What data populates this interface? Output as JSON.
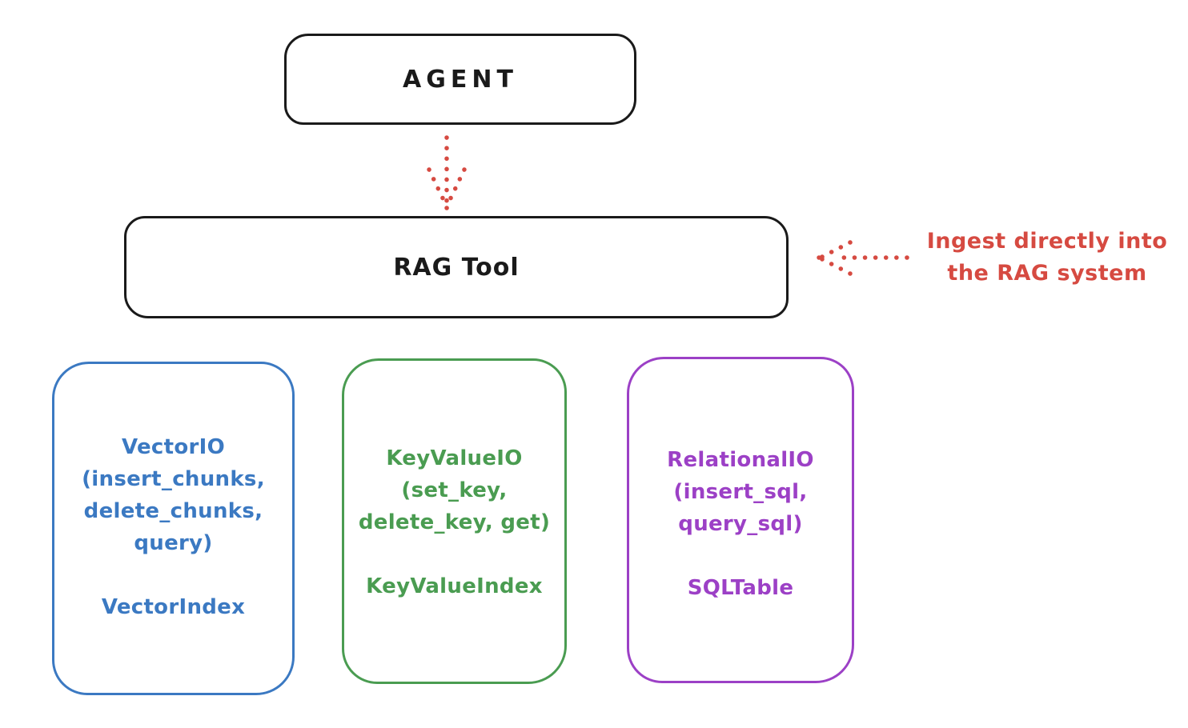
{
  "diagram": {
    "colors": {
      "stroke_black": "#1a1a1a",
      "arrow_red": "#d64a41",
      "vector_blue": "#3b79c2",
      "keyvalue_green": "#4a9c51",
      "relational_purple": "#9c40c6"
    },
    "agent": {
      "label": "AGENT"
    },
    "rag_tool": {
      "label": "RAG Tool"
    },
    "annotation": {
      "line1": "Ingest directly into",
      "line2": "the RAG system",
      "color": "#d64a41"
    },
    "backends": [
      {
        "name": "vector",
        "color": "#3b79c2",
        "lines": [
          "VectorIO",
          "(insert_chunks,",
          "delete_chunks,",
          "query)"
        ],
        "index_label": "VectorIndex"
      },
      {
        "name": "keyvalue",
        "color": "#4a9c51",
        "lines": [
          "KeyValueIO",
          "(set_key,",
          "delete_key, get)"
        ],
        "index_label": "KeyValueIndex"
      },
      {
        "name": "relational",
        "color": "#9c40c6",
        "lines": [
          "RelationalIO",
          "(insert_sql,",
          "query_sql)"
        ],
        "index_label": "SQLTable"
      }
    ]
  }
}
